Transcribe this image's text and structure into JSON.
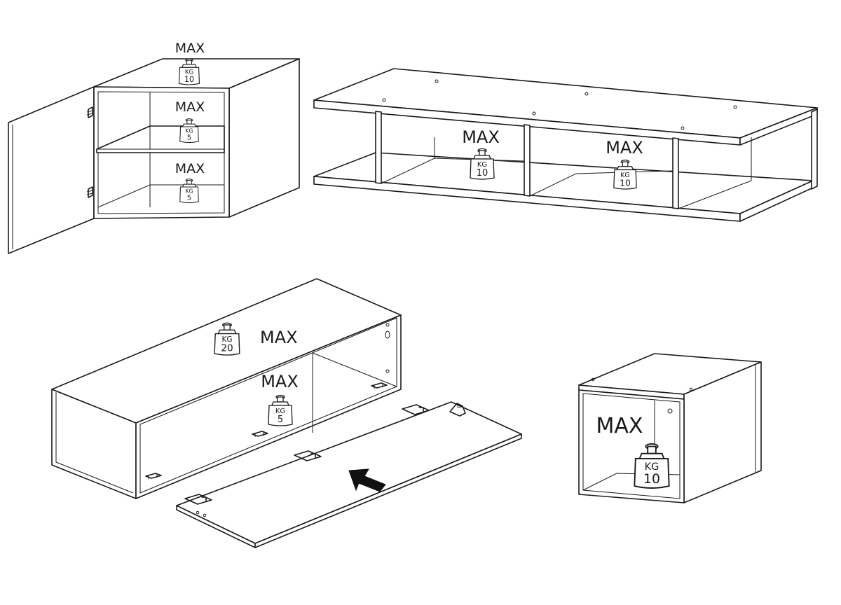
{
  "colors": {
    "line": "#1a1a1a",
    "background": "#ffffff"
  },
  "icons": [
    "weight-icon",
    "direction-arrow-icon",
    "hinge-icon"
  ],
  "units": [
    {
      "name": "wall-cabinet-with-door",
      "loads": [
        {
          "max": "MAX",
          "unit": "KG",
          "value": "10"
        },
        {
          "max": "MAX",
          "unit": "KG",
          "value": "5"
        },
        {
          "max": "MAX",
          "unit": "KG",
          "value": "5"
        }
      ]
    },
    {
      "name": "open-shelf-unit",
      "loads": [
        {
          "max": "MAX",
          "unit": "KG",
          "value": "10"
        },
        {
          "max": "MAX",
          "unit": "KG",
          "value": "10"
        }
      ]
    },
    {
      "name": "tv-cabinet-with-flap",
      "loads": [
        {
          "max": "MAX",
          "unit": "KG",
          "value": "20"
        },
        {
          "max": "MAX",
          "unit": "KG",
          "value": "5"
        }
      ]
    },
    {
      "name": "cube-shelf",
      "loads": [
        {
          "max": "MAX",
          "unit": "KG",
          "value": "10"
        }
      ]
    }
  ]
}
